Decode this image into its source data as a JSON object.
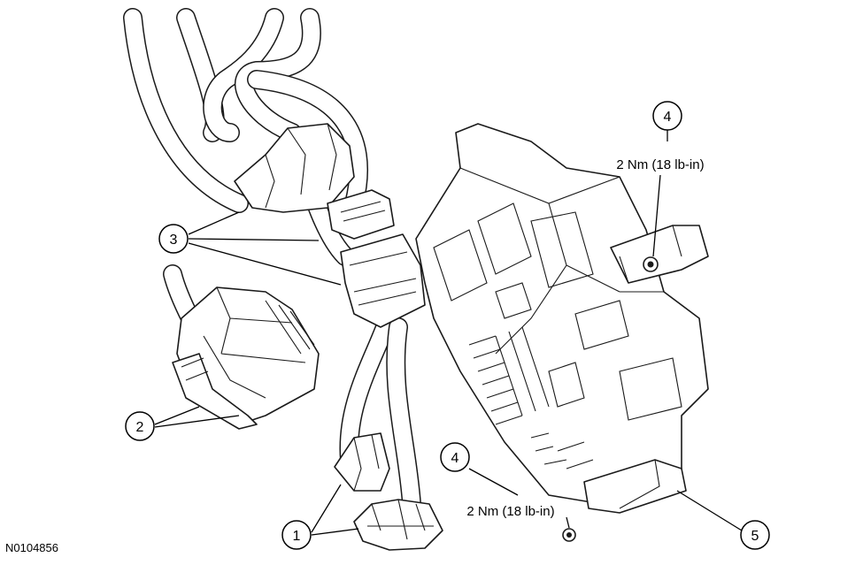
{
  "callouts": {
    "c1": "1",
    "c2": "2",
    "c3": "3",
    "c4_top": "4",
    "c4_bottom": "4",
    "c5": "5"
  },
  "torque": {
    "top": "2 Nm (18 lb-in)",
    "bottom": "2 Nm (18 lb-in)"
  },
  "figure_id": "N0104856"
}
